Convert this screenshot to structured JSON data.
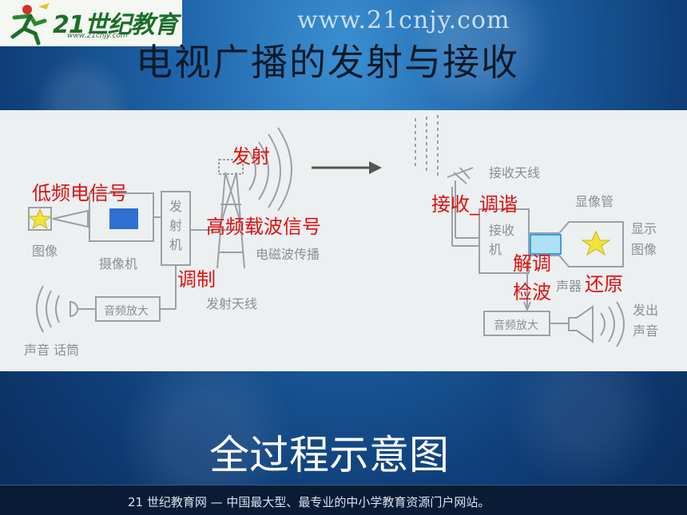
{
  "header": {
    "logo_text": "21世纪教育",
    "logo_sub": "www.21cnjy.com",
    "url": "www.21cnjy.com"
  },
  "slide": {
    "title": "电视广播的发射与接收",
    "subtitle": "全过程示意图"
  },
  "diagram": {
    "red_labels": {
      "low_freq": "低频电信号",
      "emit": "发射",
      "high_freq": "高频载波信号",
      "modulate": "调制",
      "receive_tune": "接收_调谐",
      "demod_1": "解调",
      "demod_2": "检波",
      "restore": "还原"
    },
    "grey_labels": {
      "image": "图像",
      "camera": "摄像机",
      "transmitter_1": "发",
      "transmitter_2": "射",
      "transmitter_3": "机",
      "audio_amp_left": "音频放大",
      "sound_mic": "声音 话筒",
      "tx_antenna": "发射天线",
      "em_wave": "电磁波传播",
      "rx_antenna": "接收天线",
      "picture_tube": "显像管",
      "receiver_1": "接收",
      "receiver_2": "机",
      "display_1": "显示",
      "display_2": "图像",
      "speaker": "声器",
      "audio_amp_right": "音频放大",
      "emit_1": "发出",
      "emit_2": "声音"
    }
  },
  "footer": {
    "text": "21 世纪教育网 — 中国最大型、最专业的中小学教育资源门户网站。"
  },
  "colors": {
    "label_red": "#e01010",
    "diagram_grey": "#8a8f96",
    "star_yellow": "#f2e23a"
  }
}
